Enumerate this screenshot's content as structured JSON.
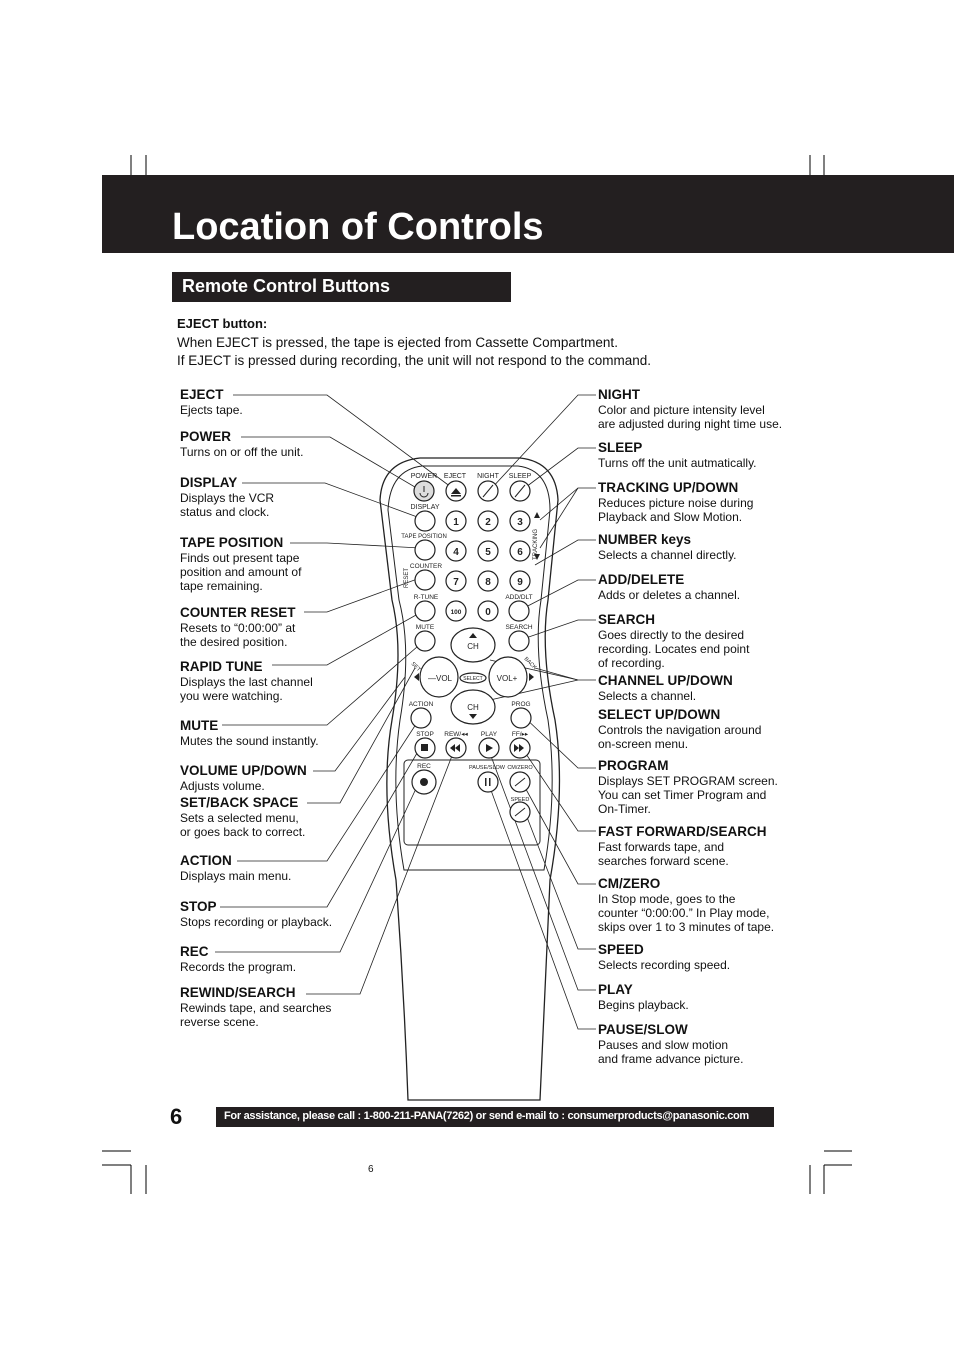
{
  "page": {
    "title": "Location of Controls",
    "section_title": "Remote Control Buttons",
    "intro_heading": "EJECT button:",
    "intro_lines": [
      "When EJECT is pressed, the tape is ejected from Cassette Compartment.",
      "If EJECT is pressed during recording, the unit will not respond to the command."
    ],
    "page_number": "6",
    "footer": "For assistance, please call : 1-800-211-PANA(7262) or send e-mail to : consumerproducts@panasonic.com",
    "small_page_number": "6"
  },
  "left_labels": [
    {
      "title": "EJECT",
      "desc": "Ejects tape."
    },
    {
      "title": "POWER",
      "desc": "Turns on or off the unit."
    },
    {
      "title": "DISPLAY",
      "desc": "Displays the VCR\nstatus and clock."
    },
    {
      "title": "TAPE POSITION",
      "desc": "Finds out present tape\nposition and amount of\ntape remaining."
    },
    {
      "title": "COUNTER RESET",
      "desc": "Resets to “0:00:00” at\nthe desired position."
    },
    {
      "title": "RAPID TUNE",
      "desc": "Displays the last channel\nyou were watching."
    },
    {
      "title": "MUTE",
      "desc": "Mutes the sound instantly."
    },
    {
      "title": "VOLUME UP/DOWN",
      "desc": "Adjusts volume."
    },
    {
      "title": "SET/BACK SPACE",
      "desc": "Sets a selected menu,\nor goes back to correct."
    },
    {
      "title": "ACTION",
      "desc": "Displays main menu."
    },
    {
      "title": "STOP",
      "desc": "Stops recording or playback."
    },
    {
      "title": "REC",
      "desc": "Records the program."
    },
    {
      "title": "REWIND/SEARCH",
      "desc": "Rewinds tape, and searches\nreverse scene."
    }
  ],
  "right_labels": [
    {
      "title": "NIGHT",
      "desc": "Color and picture intensity level\nare adjusted during night time use."
    },
    {
      "title": "SLEEP",
      "desc": "Turns off the unit autmatically."
    },
    {
      "title": "TRACKING UP/DOWN",
      "desc": "Reduces picture noise during\nPlayback and Slow Motion."
    },
    {
      "title": "NUMBER keys",
      "desc": "Selects a channel directly."
    },
    {
      "title": "ADD/DELETE",
      "desc": "Adds or deletes a channel."
    },
    {
      "title": "SEARCH",
      "desc": "Goes directly to the desired\nrecording. Locates end point\nof recording."
    },
    {
      "title": "CHANNEL UP/DOWN",
      "desc": "Selects a channel."
    },
    {
      "title": "SELECT UP/DOWN",
      "desc": "Controls the navigation around\non-screen menu."
    },
    {
      "title": "PROGRAM",
      "desc": "Displays SET PROGRAM screen.\nYou can set Timer Program and\nOn-Timer."
    },
    {
      "title": "FAST FORWARD/SEARCH",
      "desc": "Fast forwards tape, and\nsearches forward scene."
    },
    {
      "title": "CM/ZERO",
      "desc": "In Stop mode, goes to the\ncounter “0:00:00.” In Play mode,\nskips over 1 to 3 minutes of tape."
    },
    {
      "title": "SPEED",
      "desc": "Selects recording speed."
    },
    {
      "title": "PLAY",
      "desc": "Begins playback."
    },
    {
      "title": "PAUSE/SLOW",
      "desc": "Pauses and slow motion\nand frame advance picture."
    }
  ],
  "remote": {
    "power": "POWER",
    "eject": "EJECT",
    "night": "NIGHT",
    "sleep": "SLEEP",
    "display": "DISPLAY",
    "tape_position": "TAPE POSITION",
    "tracking": "TRACKING",
    "counter": "COUNTER",
    "reset": "RESET",
    "r_tune": "R-TUNE",
    "add_dlt": "ADD/DLT",
    "mute": "MUTE",
    "search": "SEARCH",
    "ch": "CH",
    "vol_minus": "—VOL",
    "vol_plus": "VOL+",
    "select": "SELECT",
    "set": "SET",
    "back": "BACK",
    "action": "ACTION",
    "prog": "PROG",
    "stop": "STOP",
    "rew": "REW/◂◂",
    "play": "PLAY",
    "ff": "FF/▸▸",
    "rec": "REC",
    "pause_slow": "PAUSE/SLOW",
    "cm_zero": "CM/ZERO",
    "speed": "SPEED",
    "digits": [
      "1",
      "2",
      "3",
      "4",
      "5",
      "6",
      "7",
      "8",
      "9"
    ],
    "hundred": "100",
    "zero": "0"
  }
}
